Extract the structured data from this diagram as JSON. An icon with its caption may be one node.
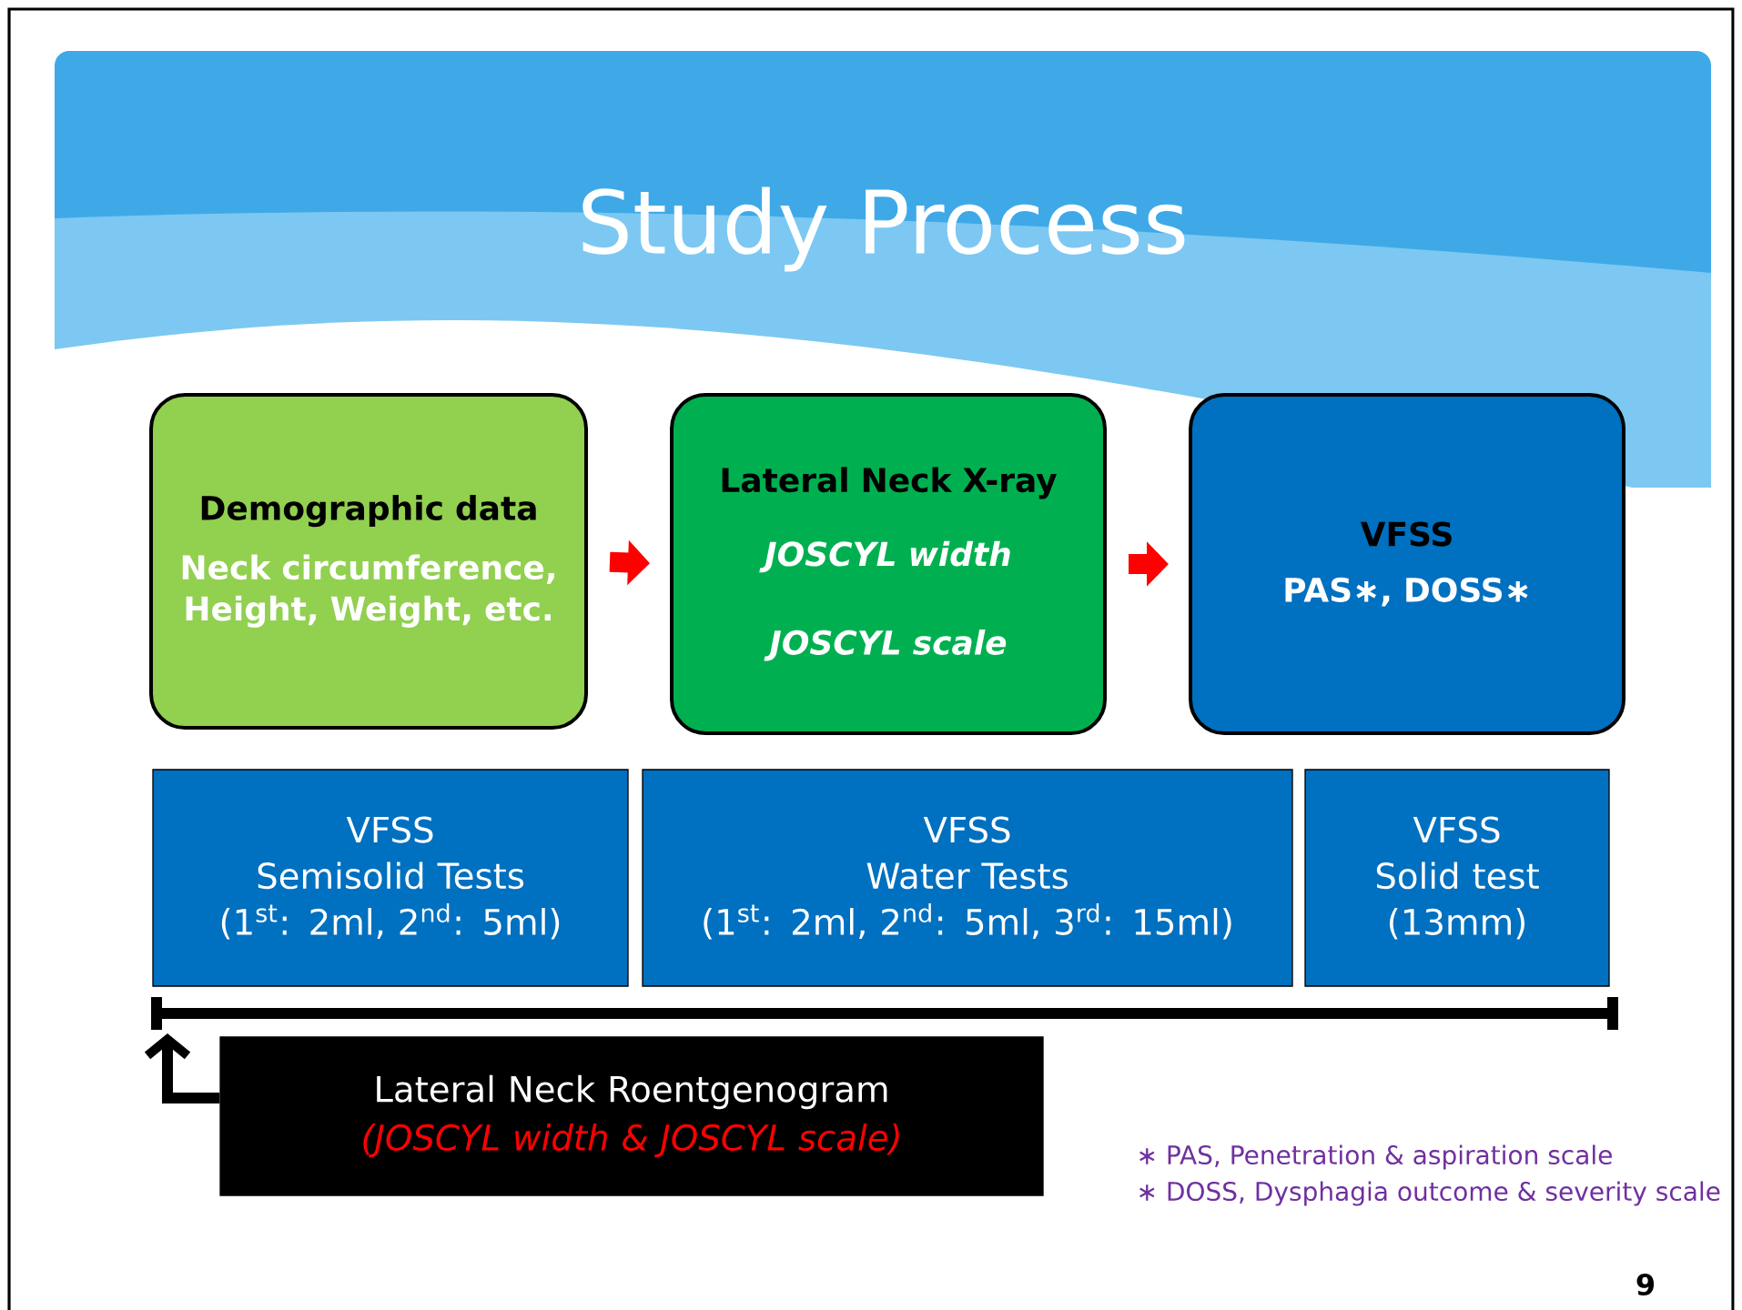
{
  "diagram": {
    "title": "Study Process",
    "nodes": [
      {
        "text": [
          "Demographic data",
          "Neck circumference, Height, Weight, etc."
        ]
      },
      {
        "text": [
          "Lateral Neck X-ray",
          "JOSCYL width",
          "JOSCYL scale"
        ]
      },
      {
        "text": [
          "VFSS",
          "PAS∗, DOSS∗"
        ]
      },
      {
        "text": [
          "VFSS",
          "Semisolid Tests",
          "(1$^{st}$: 2ml, 2$^{nd}$: 5ml)"
        ]
      },
      {
        "text": [
          "VFSS",
          "Water Tests",
          "(1$^{st}$: 2ml, 2$^{nd}$: 5ml, 3$^{rd}$: 15ml)"
        ]
      },
      {
        "text": [
          "VFSS",
          "Solid test",
          "(13mm)"
        ]
      },
      {
        "text": [
          "Lateral Neck Roentgenogram",
          "(JOSCYL width & JOSCYL scale)"
        ]
      }
    ],
    "edges": [
      {
        "from": 0,
        "to": 1,
        "arrow": "to"
      },
      {
        "from": 1,
        "to": 2,
        "arrow": "to"
      },
      {
        "from": 6,
        "to": null,
        "arrow": "to",
        "color": "#000000"
      }
    ],
    "labels": [
      "∗ PAS, Penetration & aspiration scale",
      "∗ DOSS, Dysphagia outcome & severity scale",
      "9"
    ]
  }
}
